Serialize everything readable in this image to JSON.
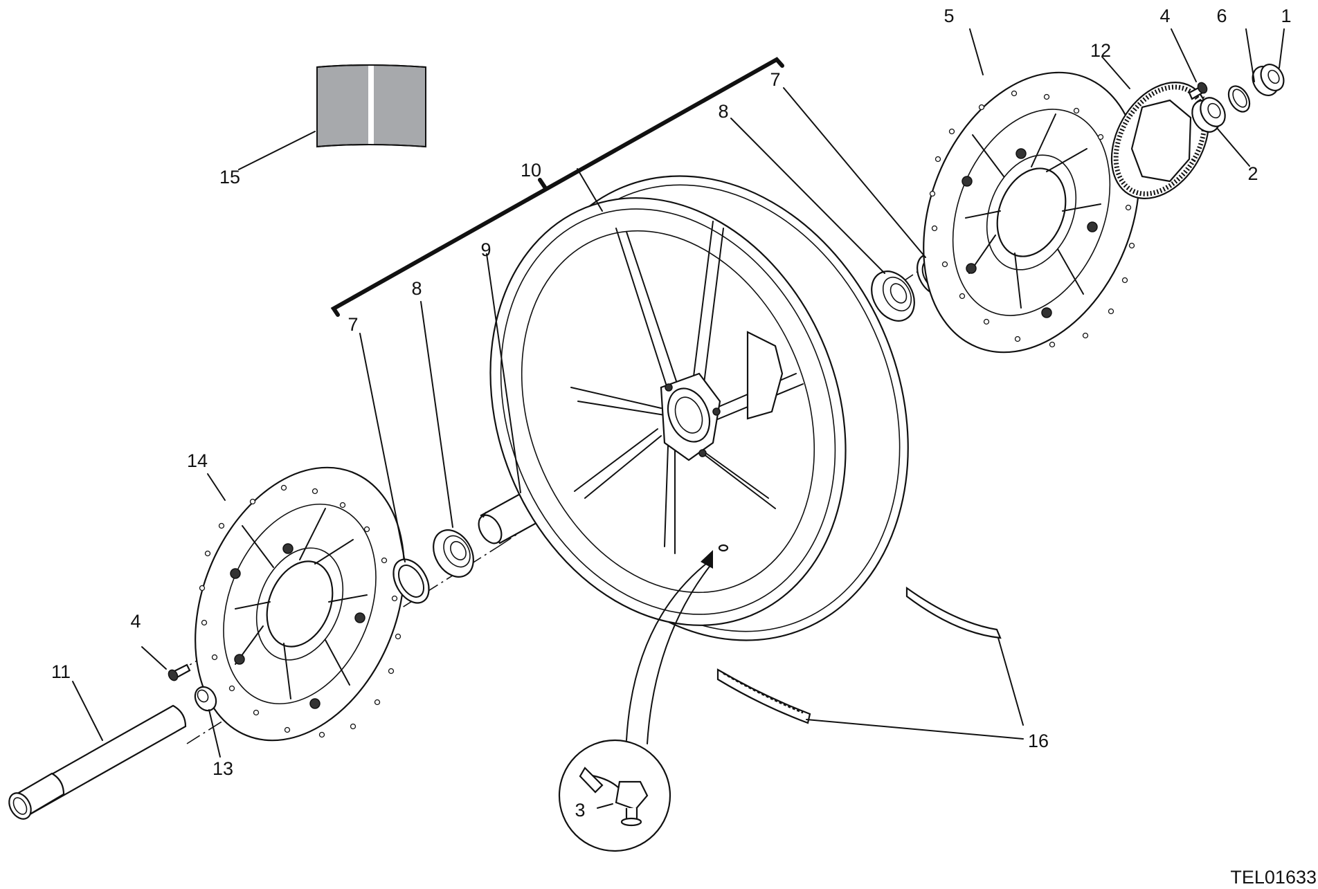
{
  "diagram": {
    "drawing_code": "TEL01633",
    "callouts": [
      {
        "id": "c1",
        "text": "1"
      },
      {
        "id": "c2",
        "text": "2"
      },
      {
        "id": "c3",
        "text": "3"
      },
      {
        "id": "c4a",
        "text": "4"
      },
      {
        "id": "c4b",
        "text": "4"
      },
      {
        "id": "c5",
        "text": "5"
      },
      {
        "id": "c6",
        "text": "6"
      },
      {
        "id": "c7a",
        "text": "7"
      },
      {
        "id": "c7b",
        "text": "7"
      },
      {
        "id": "c8a",
        "text": "8"
      },
      {
        "id": "c8b",
        "text": "8"
      },
      {
        "id": "c9",
        "text": "9"
      },
      {
        "id": "c10",
        "text": "10"
      },
      {
        "id": "c11",
        "text": "11"
      },
      {
        "id": "c12",
        "text": "12"
      },
      {
        "id": "c13",
        "text": "13"
      },
      {
        "id": "c14",
        "text": "14"
      },
      {
        "id": "c15",
        "text": "15"
      },
      {
        "id": "c16",
        "text": "16"
      }
    ],
    "colors": {
      "line": "#111111",
      "sticker_fill": "#a7a9ac",
      "background": "#ffffff"
    }
  }
}
